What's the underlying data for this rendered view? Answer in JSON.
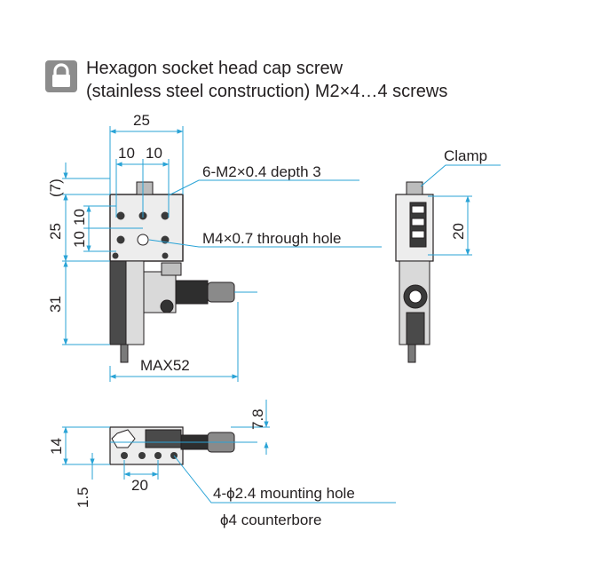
{
  "header": {
    "icon": "lock-icon",
    "line1": "Hexagon socket head cap screw",
    "line2": "(stainless steel construction) M2×4…4 screws"
  },
  "front_view": {
    "dim_width": "25",
    "dim_pitch_left": "10",
    "dim_pitch_right": "10",
    "dim_top_offset": "(7)",
    "dim_height": "25",
    "dim_pitch_v1": "10",
    "dim_pitch_v2": "10",
    "dim_body": "31",
    "dim_max": "MAX52",
    "callout_tapped": "6-M2×0.4 depth 3",
    "callout_through": "M4×0.7 through hole"
  },
  "side_view": {
    "callout_clamp": "Clamp",
    "dim_20": "20"
  },
  "bottom_view": {
    "dim_14": "14",
    "dim_78": "7.8",
    "dim_15": "1.5",
    "dim_20": "20",
    "callout_mount1": "4-ϕ2.4 mounting hole",
    "callout_mount2": "ϕ4 counterbore"
  },
  "colors": {
    "dimension_line": "#29a3d6",
    "ink": "#231f20",
    "badge": "#8c8c8c"
  }
}
